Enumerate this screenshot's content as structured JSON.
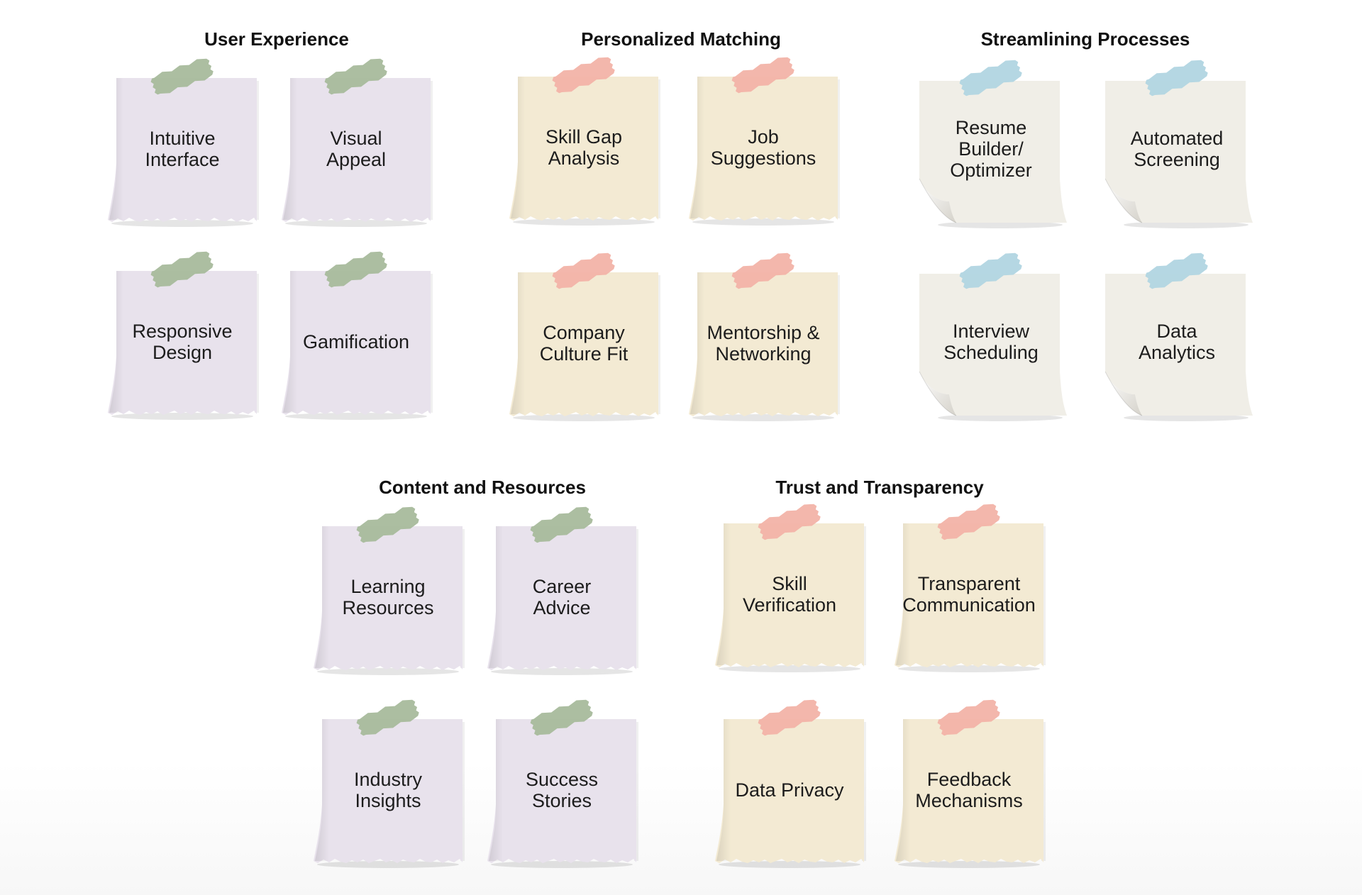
{
  "colors": {
    "lavender_note": "#e8e2ec",
    "cream_note": "#f3ead3",
    "grey_note": "#f0eee7",
    "green_tape": "#a8bb9c",
    "pink_tape": "#f2b3a8",
    "blue_tape": "#b1d5e2"
  },
  "groups": [
    {
      "title": "User Experience",
      "notes": [
        {
          "label": "Intuitive\nInterface"
        },
        {
          "label": "Visual\nAppeal"
        },
        {
          "label": "Responsive\nDesign"
        },
        {
          "label": "Gamification"
        }
      ]
    },
    {
      "title": "Personalized Matching",
      "notes": [
        {
          "label": "Skill Gap\nAnalysis"
        },
        {
          "label": "Job\nSuggestions"
        },
        {
          "label": "Company\nCulture Fit"
        },
        {
          "label": "Mentorship &\nNetworking"
        }
      ]
    },
    {
      "title": "Streamlining Processes",
      "notes": [
        {
          "label": "Resume\nBuilder/\nOptimizer"
        },
        {
          "label": "Automated\nScreening"
        },
        {
          "label": "Interview\nScheduling"
        },
        {
          "label": "Data\nAnalytics"
        }
      ]
    },
    {
      "title": "Content and Resources",
      "notes": [
        {
          "label": "Learning\nResources"
        },
        {
          "label": "Career\nAdvice"
        },
        {
          "label": "Industry\nInsights"
        },
        {
          "label": "Success\nStories"
        }
      ]
    },
    {
      "title": "Trust and Transparency",
      "notes": [
        {
          "label": "Skill\nVerification"
        },
        {
          "label": "Transparent\nCommunication"
        },
        {
          "label": "Data Privacy"
        },
        {
          "label": "Feedback\nMechanisms"
        }
      ]
    }
  ]
}
